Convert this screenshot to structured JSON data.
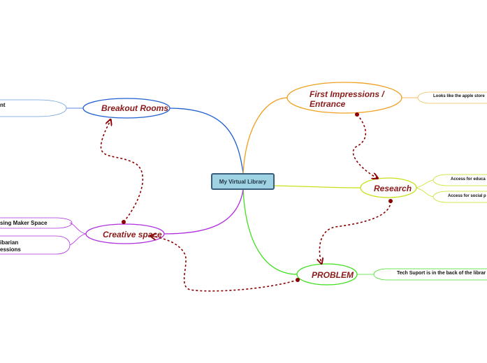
{
  "central": {
    "label": "My Virtual Library"
  },
  "main_topics": {
    "breakout_rooms": "Breakout Rooms",
    "creative_space": "Creative space",
    "first_impressions_line1": "First Impressions /",
    "first_impressions_line2": "Entrance",
    "research": "Research",
    "problem": "PROBLEM"
  },
  "subtopics": {
    "breakout_rooms_child": "nt",
    "creative_space_child_1": "sing Maker Space",
    "creative_space_child_2_line1": "ibarian",
    "creative_space_child_2_line2": "essions",
    "first_impressions_child": "Looks like the apple store",
    "research_child_1": "Access for educa",
    "research_child_2": "Access for social p",
    "problem_child": "Tech Suport is in the back of the librar"
  },
  "colors": {
    "breakout_rooms": "#1f5fd1",
    "creative_space": "#b02ee0",
    "first_impressions": "#f0a020",
    "research": "#c8e01a",
    "problem": "#40e020",
    "relationship": "#8b0000",
    "central_fill": "#9fd3e3",
    "central_border": "#3a5f7a",
    "topic_text": "#8b1a1a"
  }
}
